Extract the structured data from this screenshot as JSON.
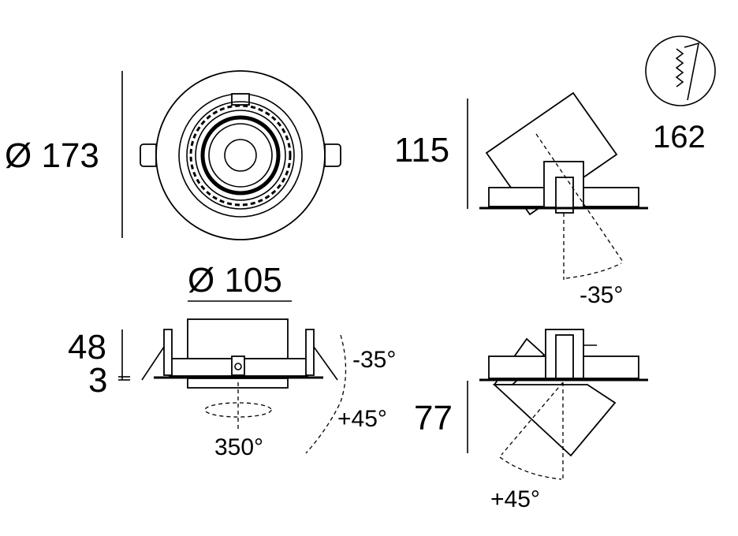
{
  "top_view": {
    "diameter_label": "Ø 173"
  },
  "side_view": {
    "cutout_label": "Ø 105",
    "height_label": "48",
    "flange_label": "3",
    "tilt_minus_label": "-35°",
    "tilt_plus_label": "+45°",
    "rotation_label": "350°"
  },
  "tilt_up_view": {
    "height_label": "115",
    "angle_label": "-35°"
  },
  "tilt_down_view": {
    "height_label": "77",
    "angle_label": "+45°"
  },
  "ceiling_icon": {
    "depth_label": "162"
  }
}
